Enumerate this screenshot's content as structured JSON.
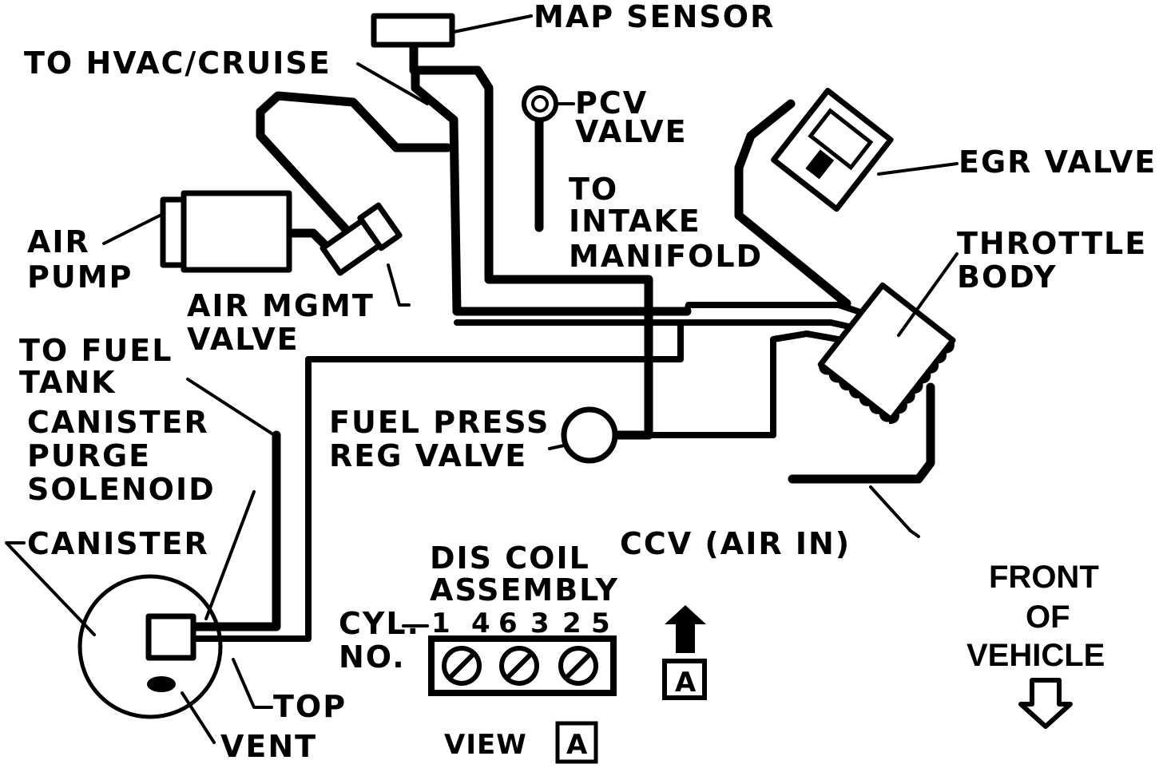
{
  "labels": {
    "map_sensor": "MAP SENSOR",
    "to_hvac_cruise": "TO HVAC/CRUISE",
    "pcv_valve_1": "PCV",
    "pcv_valve_2": "VALVE",
    "egr_valve": "EGR VALVE",
    "to_intake_1": "TO",
    "to_intake_2": "INTAKE",
    "to_intake_3": "MANIFOLD",
    "air_pump_1": "AIR",
    "air_pump_2": "PUMP",
    "air_mgmt_1": "AIR MGMT",
    "air_mgmt_2": "VALVE",
    "throttle_body_1": "THROTTLE",
    "throttle_body_2": "BODY",
    "to_fuel_tank_1": "TO FUEL",
    "to_fuel_tank_2": "TANK",
    "canister_purge_1": "CANISTER",
    "canister_purge_2": "PURGE",
    "canister_purge_3": "SOLENOID",
    "fuel_press_1": "FUEL PRESS",
    "fuel_press_2": "REG VALVE",
    "canister": "CANISTER",
    "ccv": "CCV (AIR IN)",
    "dis_coil_1": "DIS COIL",
    "dis_coil_2": "ASSEMBLY",
    "cyl_no_1": "CYL.",
    "cyl_no_2": "NO.",
    "cyl_numbers": [
      "1",
      "4",
      "6",
      "3",
      "2",
      "5"
    ],
    "top": "TOP",
    "vent": "VENT",
    "view": "VIEW",
    "view_letter": "A",
    "arrow_letter": "A",
    "front_1": "FRONT",
    "front_2": "OF",
    "front_3": "VEHICLE"
  }
}
